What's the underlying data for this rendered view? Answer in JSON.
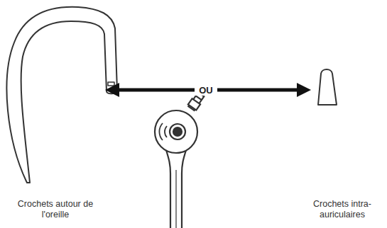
{
  "diagram": {
    "labels": [
      "OU",
      "Crochets autour de l'oreille",
      "Crochets intra-auriculaires"
    ]
  }
}
